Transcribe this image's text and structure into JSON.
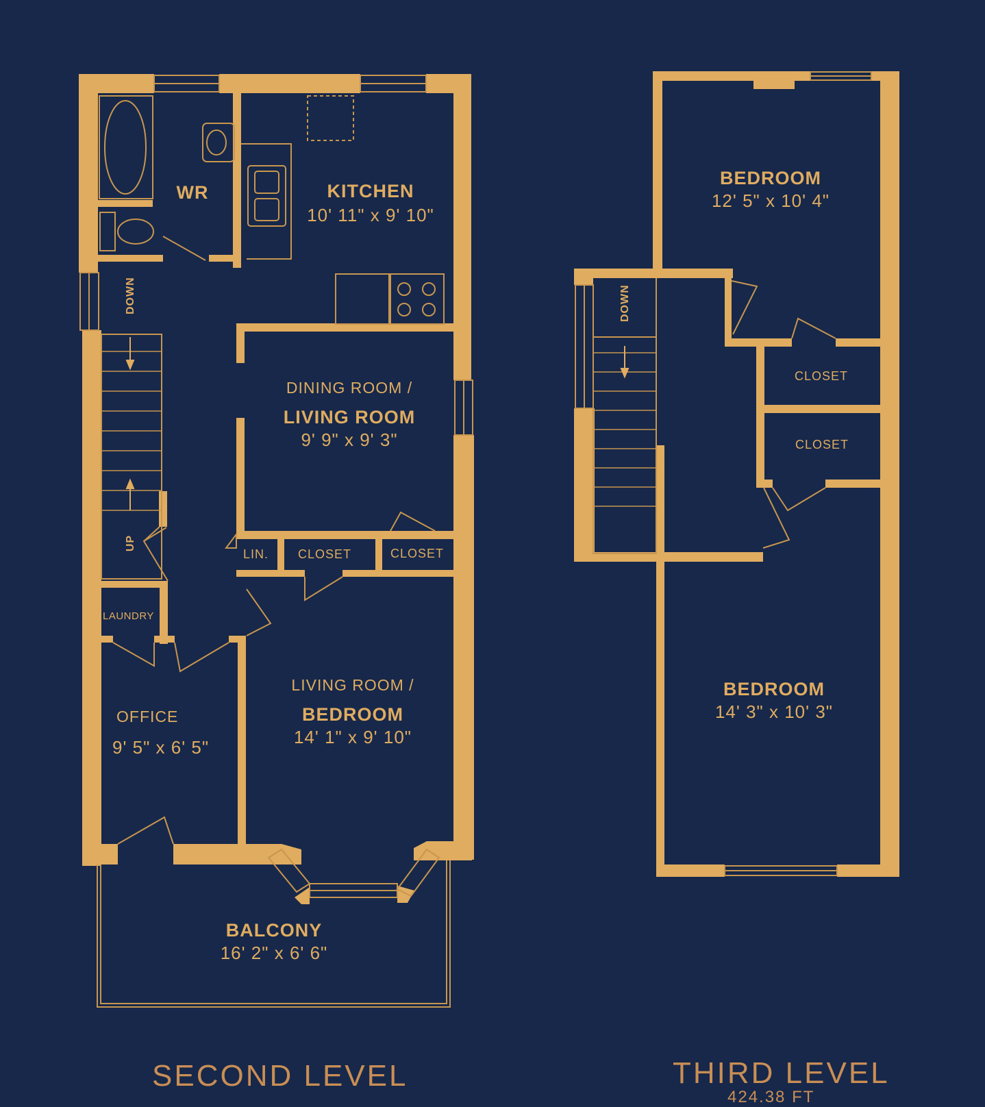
{
  "colors": {
    "background": "#17284a",
    "wall": "#e0ac60",
    "line": "#c8964f"
  },
  "second_level": {
    "title": "SECOND LEVEL",
    "rooms": {
      "wr": {
        "name": "WR"
      },
      "kitchen": {
        "name": "KITCHEN",
        "dims": "10' 11\" x 9' 10\""
      },
      "dining_living": {
        "name_line1": "DINING ROOM /",
        "name_line2": "LIVING ROOM",
        "dims": "9' 9\" x 9' 3\""
      },
      "lin": {
        "name": "LIN."
      },
      "closet_a": {
        "name": "CLOSET"
      },
      "closet_b": {
        "name": "CLOSET"
      },
      "laundry": {
        "name": "LAUNDRY"
      },
      "office": {
        "name": "OFFICE",
        "dims": "9' 5\" x 6' 5\""
      },
      "living_bedroom": {
        "name_line1": "LIVING ROOM /",
        "name_line2": "BEDROOM",
        "dims": "14' 1\" x 9' 10\""
      },
      "balcony": {
        "name": "BALCONY",
        "dims": "16' 2\" x 6' 6\""
      }
    },
    "stairs": {
      "down": "DOWN",
      "up": "UP"
    }
  },
  "third_level": {
    "title": "THIRD LEVEL",
    "area": "424.38 FT",
    "rooms": {
      "bedroom_top": {
        "name": "BEDROOM",
        "dims": "12' 5\" x 10' 4\""
      },
      "closet_1": {
        "name": "CLOSET"
      },
      "closet_2": {
        "name": "CLOSET"
      },
      "bedroom_bottom": {
        "name": "BEDROOM",
        "dims": "14' 3\" x 10' 3\""
      }
    },
    "stairs": {
      "down": "DOWN"
    }
  }
}
